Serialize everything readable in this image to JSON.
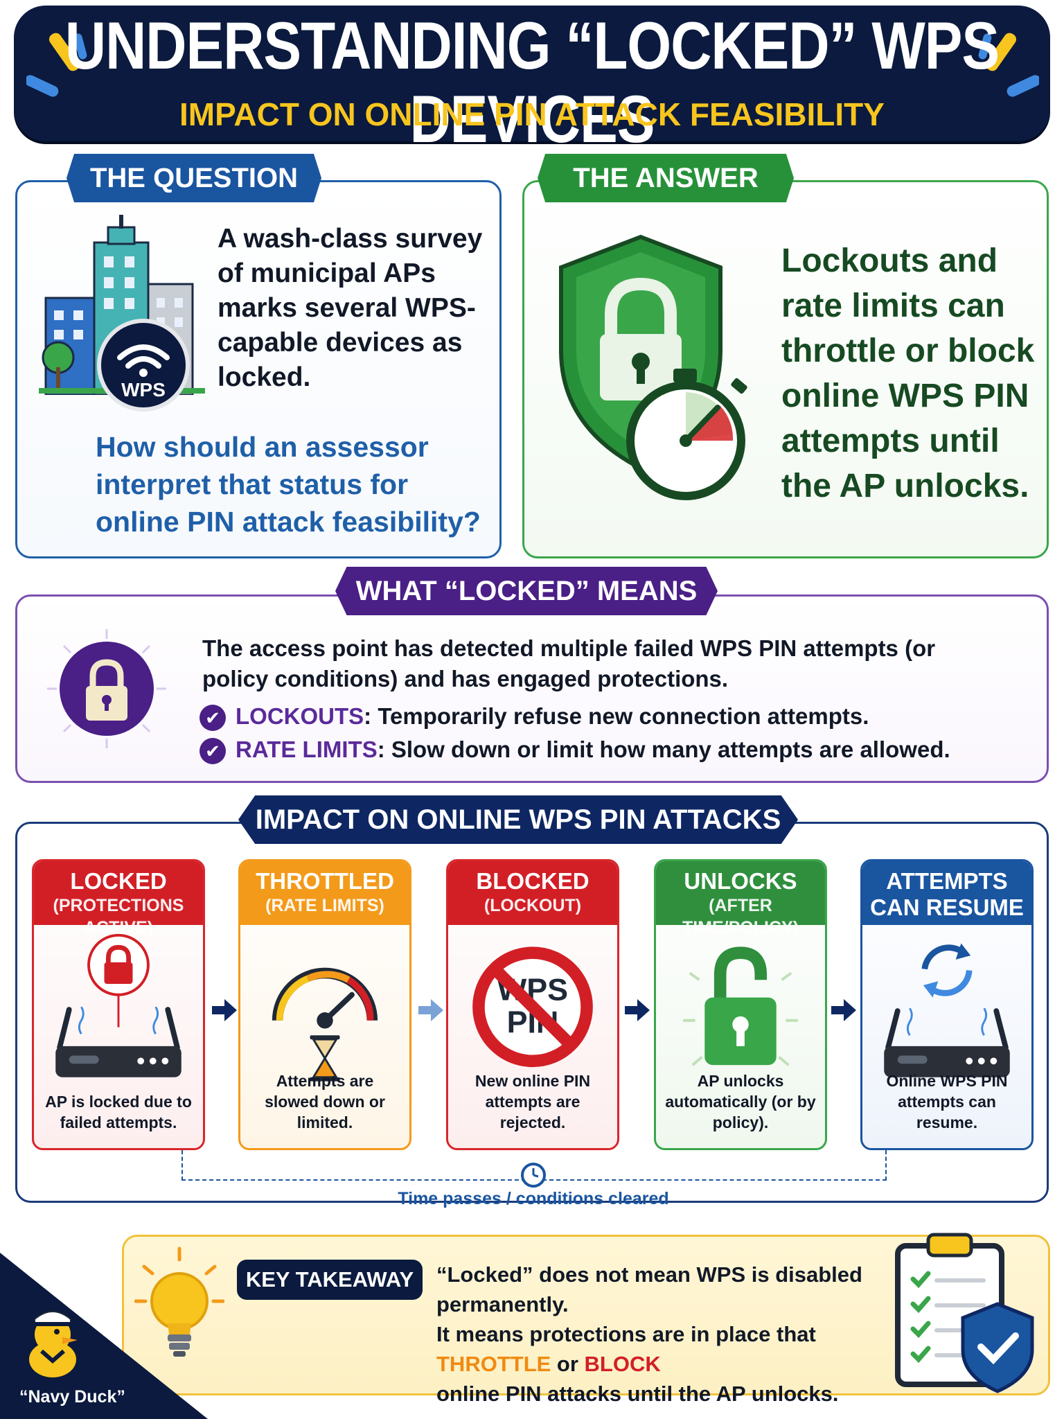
{
  "header": {
    "title": "UNDERSTANDING “LOCKED” WPS DEVICES",
    "subtitle": "IMPACT ON ONLINE PIN ATTACK FEASIBILITY"
  },
  "question": {
    "tab": "THE QUESTION",
    "statement": "A wash-class survey of municipal APs marks several WPS-capable devices as locked.",
    "prompt": "How should an assessor interpret that status for online PIN attack feasibility?",
    "badge": "WPS"
  },
  "answer": {
    "tab": "THE ANSWER",
    "text": "Lockouts and rate limits can throttle or block online WPS PIN attempts until the AP unlocks."
  },
  "locked_meaning": {
    "tab": "WHAT “LOCKED” MEANS",
    "description": "The access point has detected multiple failed WPS PIN attempts (or policy conditions) and has engaged protections.",
    "bullets": [
      {
        "term": "LOCKOUTS",
        "text": ": Temporarily refuse new connection attempts."
      },
      {
        "term": "RATE LIMITS",
        "text": ": Slow down or limit how many attempts are allowed."
      }
    ]
  },
  "impact": {
    "tab": "IMPACT ON ONLINE WPS PIN ATTACKS",
    "stages": [
      {
        "title": "LOCKED",
        "subtitle": "(PROTECTIONS ACTIVE)",
        "caption": "AP is locked due to failed attempts."
      },
      {
        "title": "THROTTLED",
        "subtitle": "(RATE LIMITS)",
        "caption": "Attempts are slowed down or limited."
      },
      {
        "title": "BLOCKED",
        "subtitle": "(LOCKOUT)",
        "caption": "New online PIN attempts are rejected.",
        "sign_text_1": "WPS",
        "sign_text_2": "PIN"
      },
      {
        "title": "UNLOCKS",
        "subtitle": "(AFTER TIME/POLICY)",
        "caption": "AP unlocks automatically (or by policy)."
      },
      {
        "title": "ATTEMPTS",
        "subtitle": "CAN RESUME",
        "caption": "Online WPS PIN attempts can resume."
      }
    ],
    "timeline_label": "Time passes / conditions cleared"
  },
  "takeaway": {
    "badge": "KEY TAKEAWAY",
    "line1": "“Locked” does not mean WPS is disabled permanently.",
    "line2": "It means protections are in place that",
    "kw_throttle": "THROTTLE",
    "kw_or": " or ",
    "kw_block": "BLOCK",
    "line4": "online PIN attacks until the AP unlocks."
  },
  "footer": {
    "mascot_label": "“Navy Duck”"
  },
  "colors": {
    "navy": "#0b1a3e",
    "gold": "#f7c51e",
    "blue": "#1a55a0",
    "green": "#27913a",
    "purple": "#4a1f86",
    "red": "#d21f26",
    "orange": "#f39a1a"
  }
}
